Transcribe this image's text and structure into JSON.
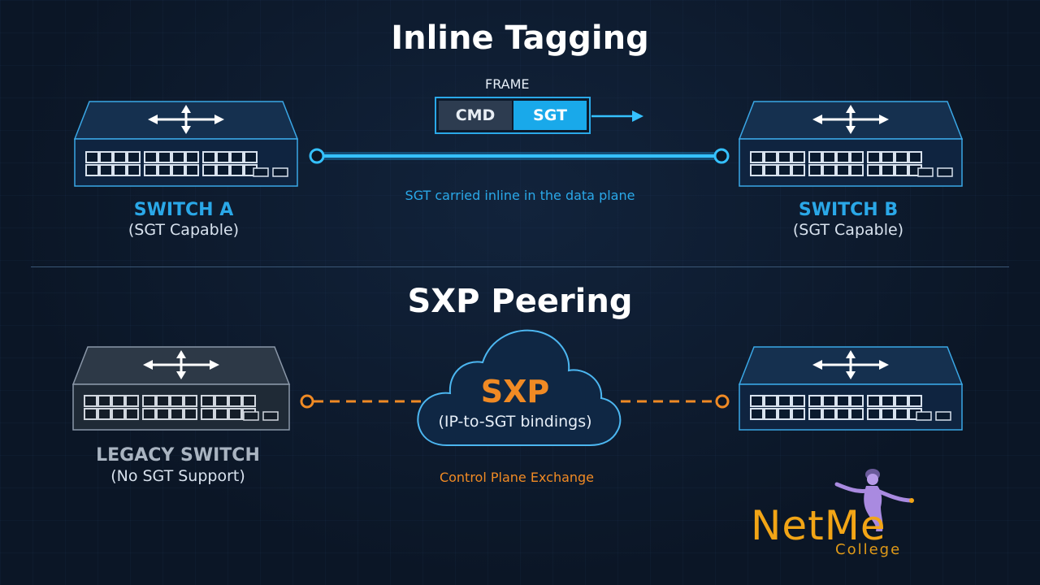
{
  "colors": {
    "accent_blue": "#2aa8e8",
    "accent_orange": "#f08a24",
    "legacy_gray": "#a9b4c1",
    "background": "#0b1626"
  },
  "top": {
    "title": "Inline Tagging",
    "frame": {
      "label": "FRAME",
      "cmd": "CMD",
      "sgt": "SGT"
    },
    "switch_a": {
      "name": "SWITCH A",
      "sub": "(SGT Capable)",
      "icon": "network-switch-icon"
    },
    "switch_b": {
      "name": "SWITCH B",
      "sub": "(SGT Capable)",
      "icon": "network-switch-icon"
    },
    "link_caption": "SGT carried inline in the data plane"
  },
  "bottom": {
    "title": "SXP Peering",
    "legacy": {
      "name": "LEGACY SWITCH",
      "sub": "(No SGT Support)",
      "icon": "network-switch-icon"
    },
    "peer_switch": {
      "icon": "network-switch-icon"
    },
    "cloud": {
      "main": "SXP",
      "sub": "(IP-to-SGT bindings)",
      "icon": "cloud-icon"
    },
    "link_caption": "Control Plane Exchange"
  },
  "logo": {
    "name": "NetMe",
    "sub": "College",
    "icon": "genie-mascot-icon"
  }
}
